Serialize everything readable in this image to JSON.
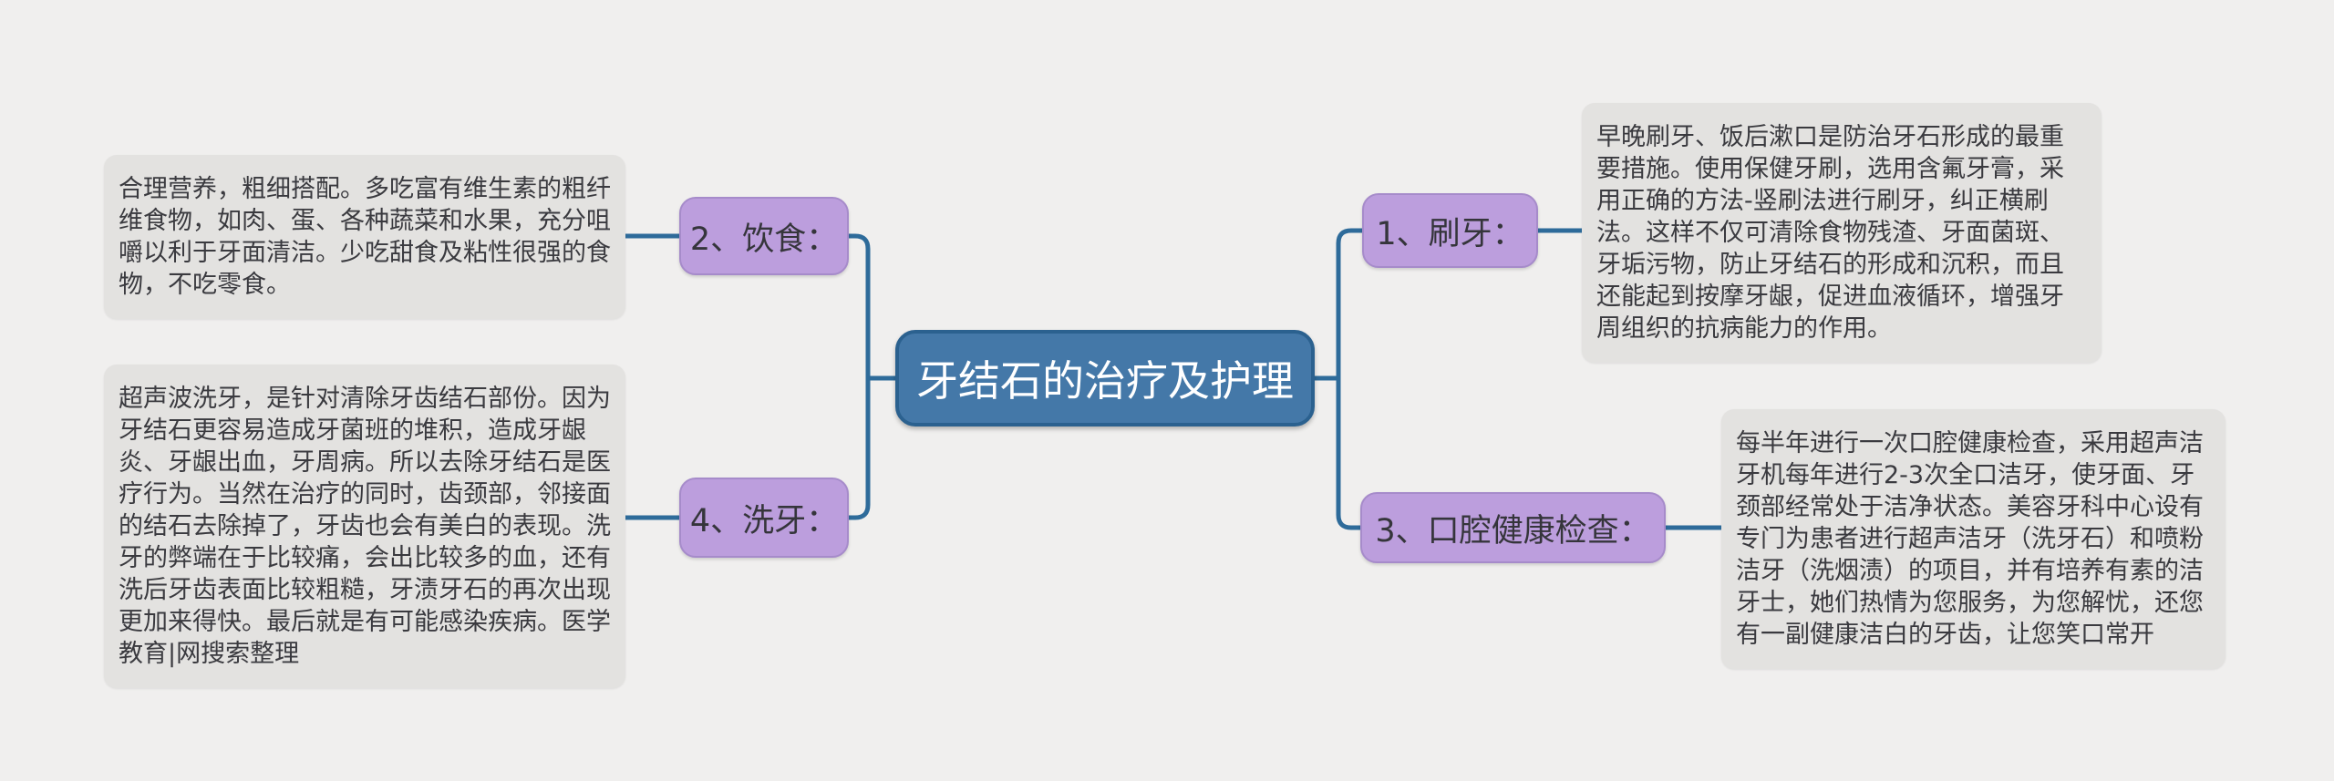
{
  "diagram": {
    "type": "mindmap",
    "center": {
      "label": "牙结石的治疗及护理"
    },
    "branches": [
      {
        "label": "1、刷牙：",
        "side": "right",
        "detail": "早晚刷牙、饭后漱口是防治牙石形成的最重要措施。使用保健牙刷，选用含氟牙膏，采用正确的方法-竖刷法进行刷牙，纠正横刷法。这样不仅可清除食物残渣、牙面菌斑、牙垢污物，防止牙结石的形成和沉积，而且还能起到按摩牙龈，促进血液循环，增强牙周组织的抗病能力的作用。"
      },
      {
        "label": "2、饮食：",
        "side": "left",
        "detail": "合理营养，粗细搭配。多吃富有维生素的粗纤维食物，如肉、蛋、各种蔬菜和水果，充分咀嚼以利于牙面清洁。少吃甜食及粘性很强的食物，不吃零食。"
      },
      {
        "label": "3、口腔健康检查：",
        "side": "right",
        "detail": "每半年进行一次口腔健康检查，采用超声洁牙机每年进行2-3次全口洁牙，使牙面、牙颈部经常处于洁净状态。美容牙科中心设有专门为患者进行超声洁牙（洗牙石）和喷粉洁牙（洗烟渍）的项目，并有培养有素的洁牙士，她们热情为您服务，为您解忧，还您有一副健康洁白的牙齿，让您笑口常开"
      },
      {
        "label": "4、洗牙：",
        "side": "left",
        "detail": "超声波洗牙，是针对清除牙齿结石部份。因为牙结石更容易造成牙菌班的堆积，造成牙龈炎、牙龈出血，牙周病。所以去除牙结石是医疗行为。当然在治疗的同时，齿颈部，邻接面的结石去除掉了，牙齿也会有美白的表现。洗牙的弊端在于比较痛，会出比较多的血，还有洗后牙齿表面比较粗糙，牙渍牙石的再次出现更加来得快。最后就是有可能感染疾病。医学教育|网搜索整理"
      }
    ],
    "colors": {
      "background": "#f0efee",
      "center_fill": "#4478a8",
      "center_border": "#2b618f",
      "connector": "#2e6b9a",
      "branch_fill": "#bc9edd",
      "branch_border": "#a68bca",
      "detail_fill": "#e3e2e0",
      "text_dark": "#3a3a3f",
      "text_light": "#ffffff"
    }
  }
}
